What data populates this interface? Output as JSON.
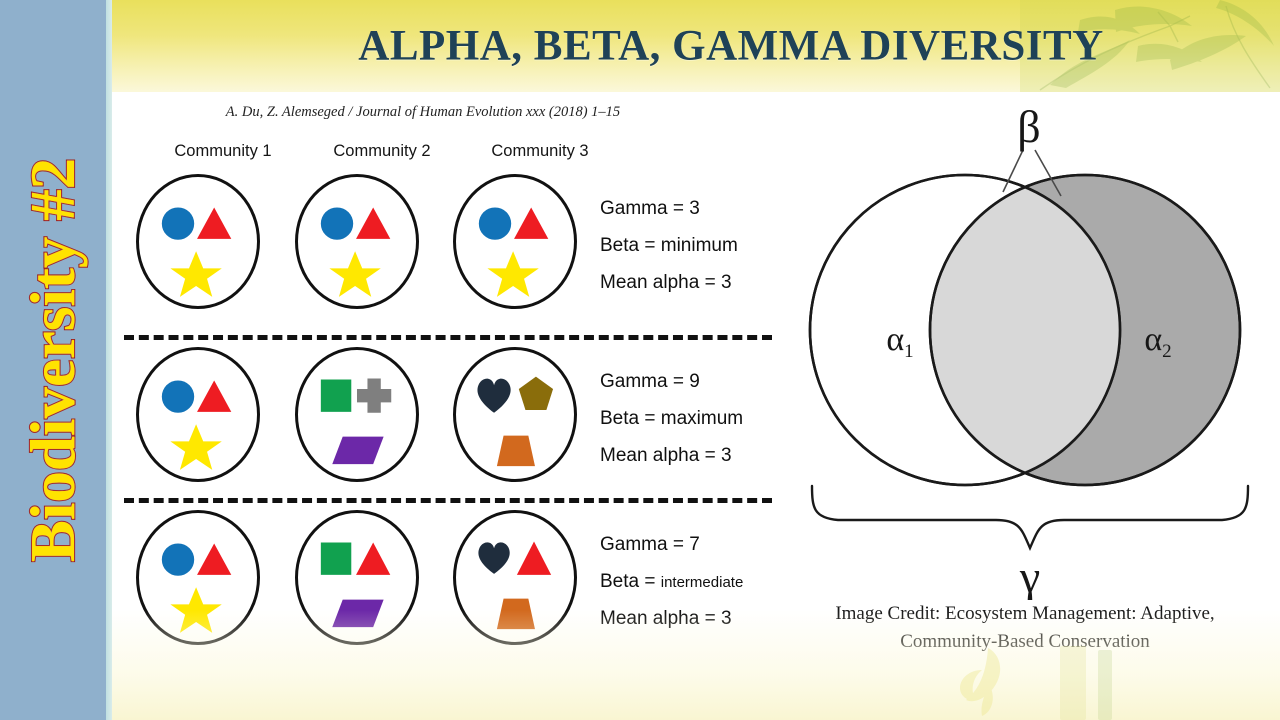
{
  "sidebar": {
    "title": "Biodiversity #2",
    "bg_color": "#8fb0cc",
    "text_color": "#ffe300",
    "outline_color": "#9c1e14"
  },
  "header": {
    "title": "ALPHA, BETA, GAMMA DIVERSITY",
    "title_color": "#1f4257",
    "gradient_from": "#e9e05c",
    "gradient_to": "#fbf8da"
  },
  "figure": {
    "citation": "A. Du, Z. Alemseged / Journal of Human Evolution xxx (2018) 1–15",
    "column_headers": [
      "Community 1",
      "Community 2",
      "Community 3"
    ],
    "rows": [
      {
        "communities": [
          {
            "shapes": [
              "blue-circle",
              "red-triangle",
              "yellow-star"
            ]
          },
          {
            "shapes": [
              "blue-circle",
              "red-triangle",
              "yellow-star"
            ]
          },
          {
            "shapes": [
              "blue-circle",
              "red-triangle",
              "yellow-star"
            ]
          }
        ],
        "metrics": {
          "gamma": "Gamma = 3",
          "beta_label": "Beta = ",
          "beta_value": "minimum",
          "beta_small": false,
          "mean_alpha": "Mean alpha = 3"
        }
      },
      {
        "communities": [
          {
            "shapes": [
              "blue-circle",
              "red-triangle",
              "yellow-star"
            ]
          },
          {
            "shapes": [
              "green-square",
              "gray-cross",
              "purple-parallelogram"
            ]
          },
          {
            "shapes": [
              "navy-heart",
              "olive-pentagon",
              "orange-trapezoid"
            ]
          }
        ],
        "metrics": {
          "gamma": "Gamma = 9",
          "beta_label": "Beta = ",
          "beta_value": "maximum",
          "beta_small": false,
          "mean_alpha": "Mean alpha = 3"
        }
      },
      {
        "communities": [
          {
            "shapes": [
              "blue-circle",
              "red-triangle",
              "yellow-star"
            ]
          },
          {
            "shapes": [
              "green-square",
              "red-triangle",
              "purple-parallelogram"
            ]
          },
          {
            "shapes": [
              "navy-heart",
              "red-triangle",
              "orange-trapezoid"
            ]
          }
        ],
        "metrics": {
          "gamma": "Gamma = 7",
          "beta_label": "Beta = ",
          "beta_value": "intermediate",
          "beta_small": true,
          "mean_alpha": "Mean alpha = 3"
        }
      }
    ]
  },
  "venn": {
    "beta_label": "β",
    "alpha1_label": "α",
    "alpha1_sub": "1",
    "alpha2_label": "α",
    "alpha2_sub": "2",
    "gamma_label": "γ",
    "left_fill": "#ffffff",
    "overlap_fill": "#d8d8d8",
    "right_fill": "#aaaaaa",
    "stroke": "#1a1a1a"
  },
  "credit": {
    "line1": "Image Credit: Ecosystem Management: Adaptive,",
    "line2": "Community-Based Conservation"
  },
  "shape_colors": {
    "blue": "#1273b8",
    "red": "#ee1c22",
    "yellow": "#ffe800",
    "green": "#11a14f",
    "gray": "#7f7f7f",
    "purple": "#6c28a8",
    "navy": "#1f2d3d",
    "olive": "#8a6d0b",
    "orange": "#d2691e"
  }
}
